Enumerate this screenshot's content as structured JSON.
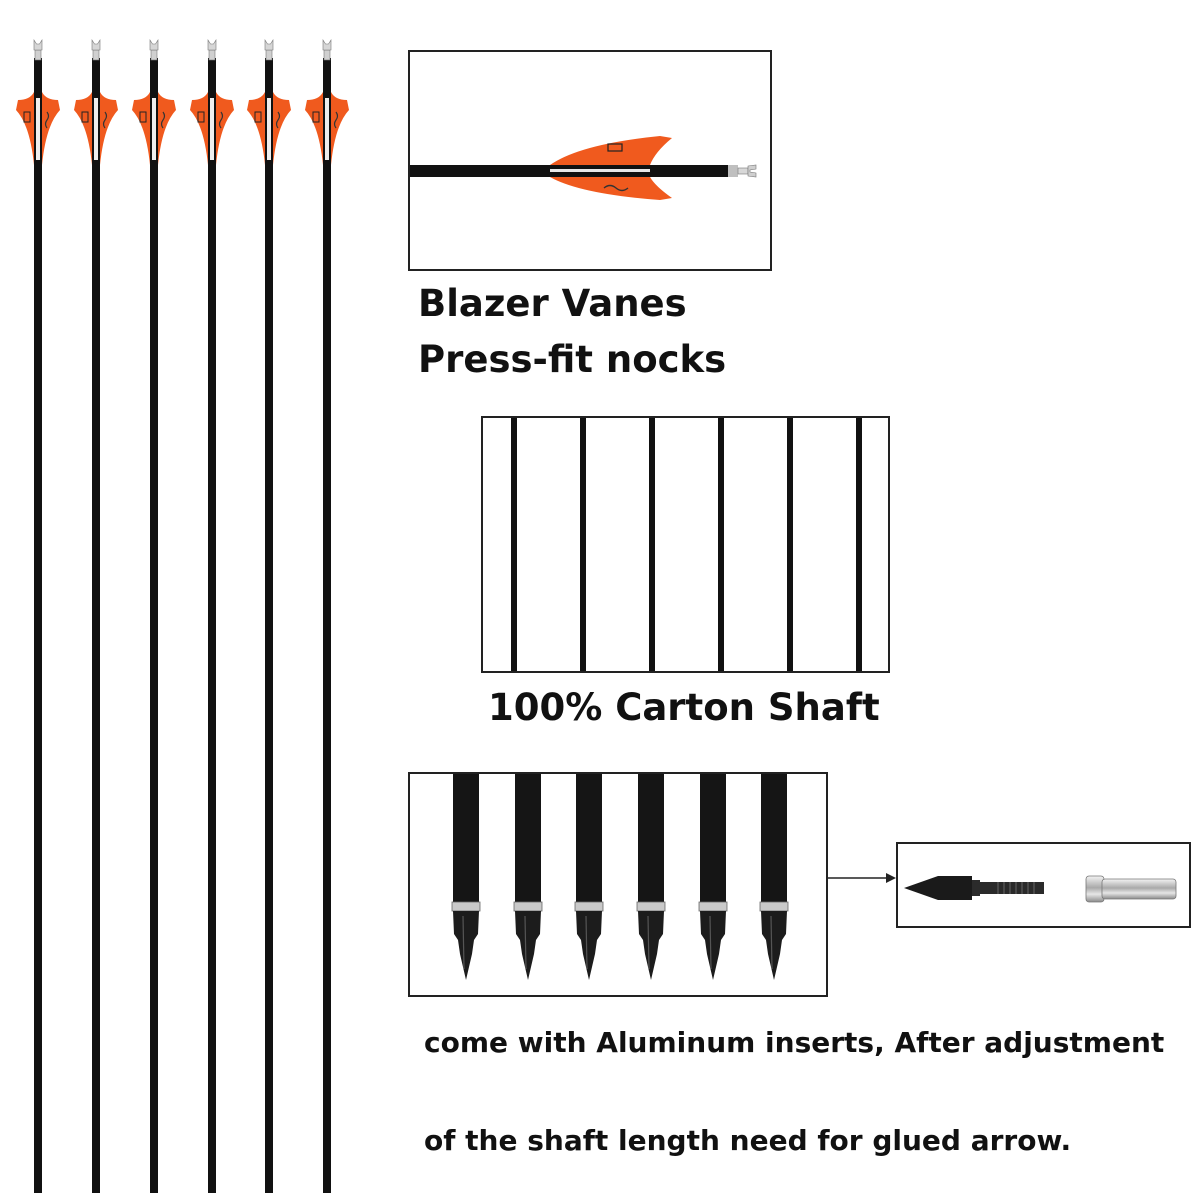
{
  "captions": {
    "vanes": "Blazer Vanes",
    "nocks": "Press-fit nocks",
    "shaft": "100% Carton Shaft",
    "inserts_line1": "come with Aluminum inserts, After adjustment",
    "inserts_line2": "of the shaft length need for glued arrow."
  },
  "arrow_count": 6,
  "colors": {
    "vane": "#f05a1e",
    "shaft": "#111111",
    "background": "#ffffff",
    "border": "#222222"
  },
  "icons": {
    "nock": "press-fit-nock-icon",
    "vane": "blazer-vane-icon",
    "point": "field-point-icon",
    "insert": "aluminum-insert-icon"
  }
}
